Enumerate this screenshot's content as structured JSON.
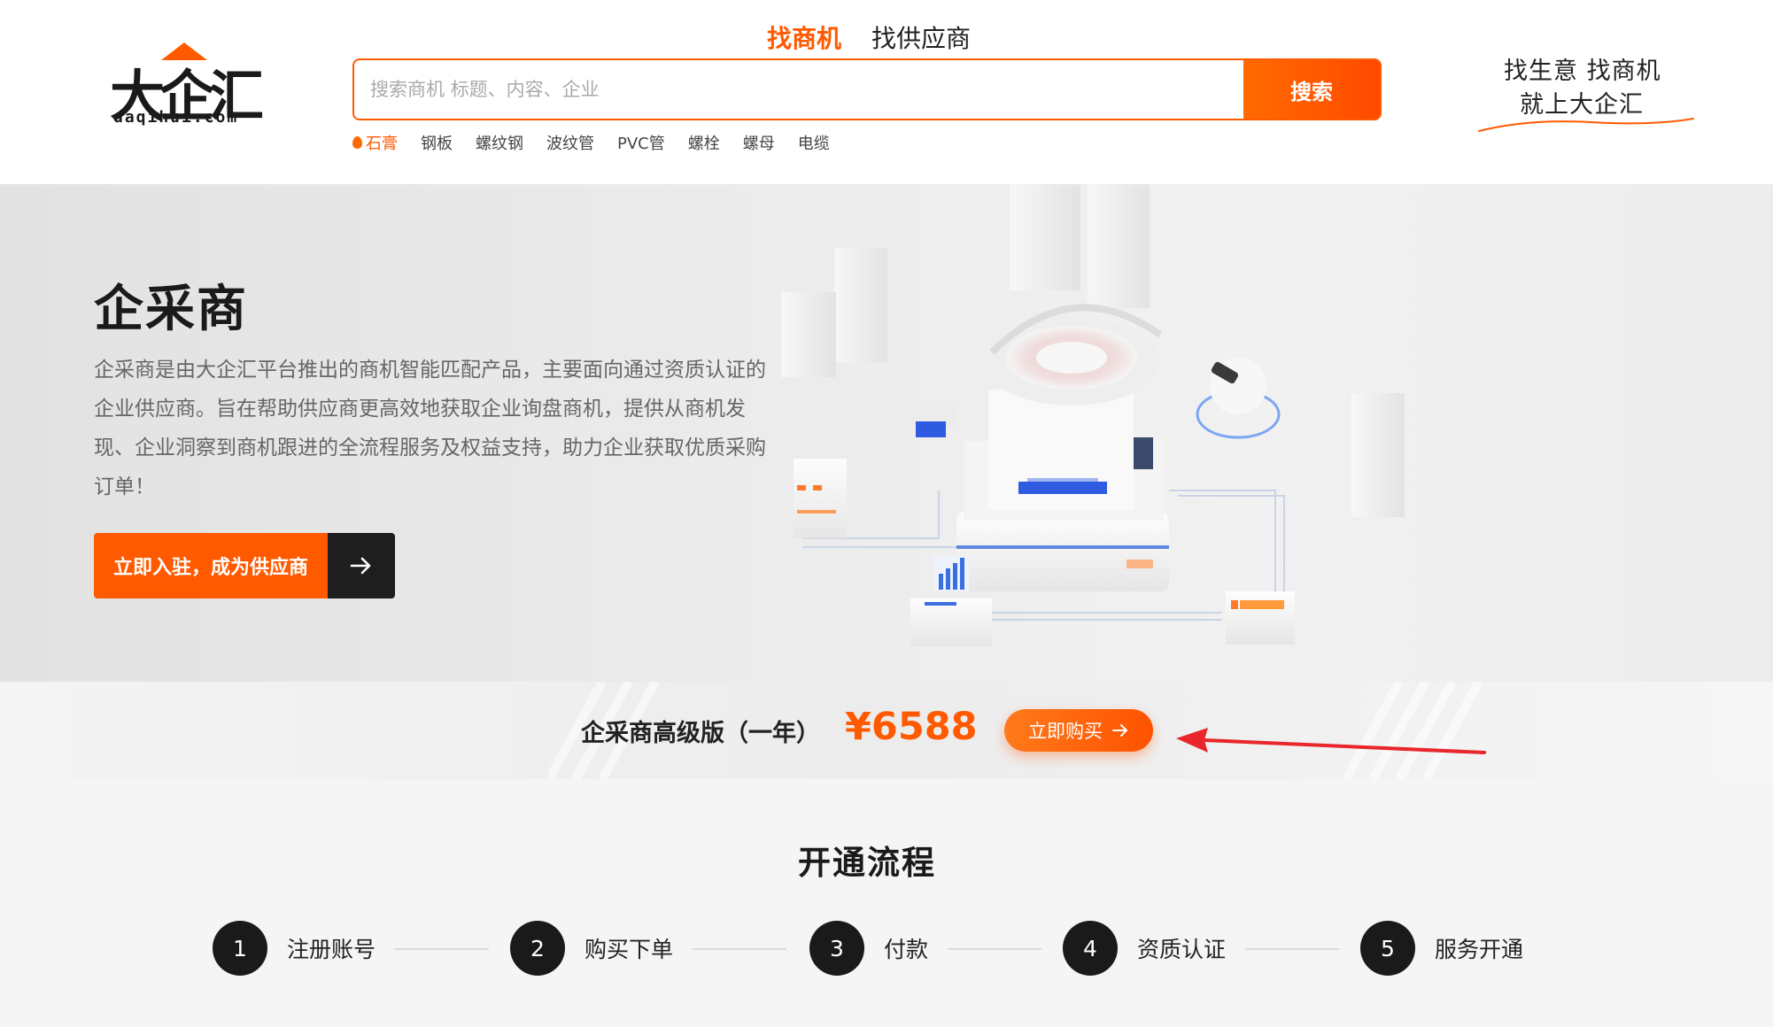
{
  "header": {
    "logo_text": "大企汇",
    "logo_domain": "daqihui.com",
    "search_tabs": [
      {
        "label": "找商机",
        "active": true
      },
      {
        "label": "找供应商",
        "active": false
      }
    ],
    "search": {
      "placeholder": "搜索商机 标题、内容、企业",
      "value": "",
      "button_label": "搜索"
    },
    "hot_tags": [
      "石膏",
      "钢板",
      "螺纹钢",
      "波纹管",
      "PVC管",
      "螺栓",
      "螺母",
      "电缆"
    ],
    "slogan_line1": "找生意 找商机",
    "slogan_line2": "就上大企汇"
  },
  "hero": {
    "title": "企采商",
    "description": "企采商是由大企汇平台推出的商机智能匹配产品，主要面向通过资质认证的企业供应商。旨在帮助供应商更高效地获取企业询盘商机，提供从商机发现、企业洞察到商机跟进的全流程服务及权益支持，助力企业获取优质采购订单！",
    "cta_label": "立即入驻，成为供应商"
  },
  "pricing": {
    "plan_name": "企采商高级版（一年）",
    "price": "¥6588",
    "buy_label": "立即购买"
  },
  "process": {
    "title": "开通流程",
    "steps": [
      {
        "num": "1",
        "label": "注册账号"
      },
      {
        "num": "2",
        "label": "购买下单"
      },
      {
        "num": "3",
        "label": "付款"
      },
      {
        "num": "4",
        "label": "资质认证"
      },
      {
        "num": "5",
        "label": "服务开通"
      }
    ]
  },
  "colors": {
    "accent": "#ff5a00",
    "dark": "#1a1a1a",
    "annotation_arrow": "#e8262c"
  },
  "icons": {
    "hot_tag": "fire-icon",
    "cta": "arrow-right-icon",
    "buy": "arrow-right-icon"
  }
}
